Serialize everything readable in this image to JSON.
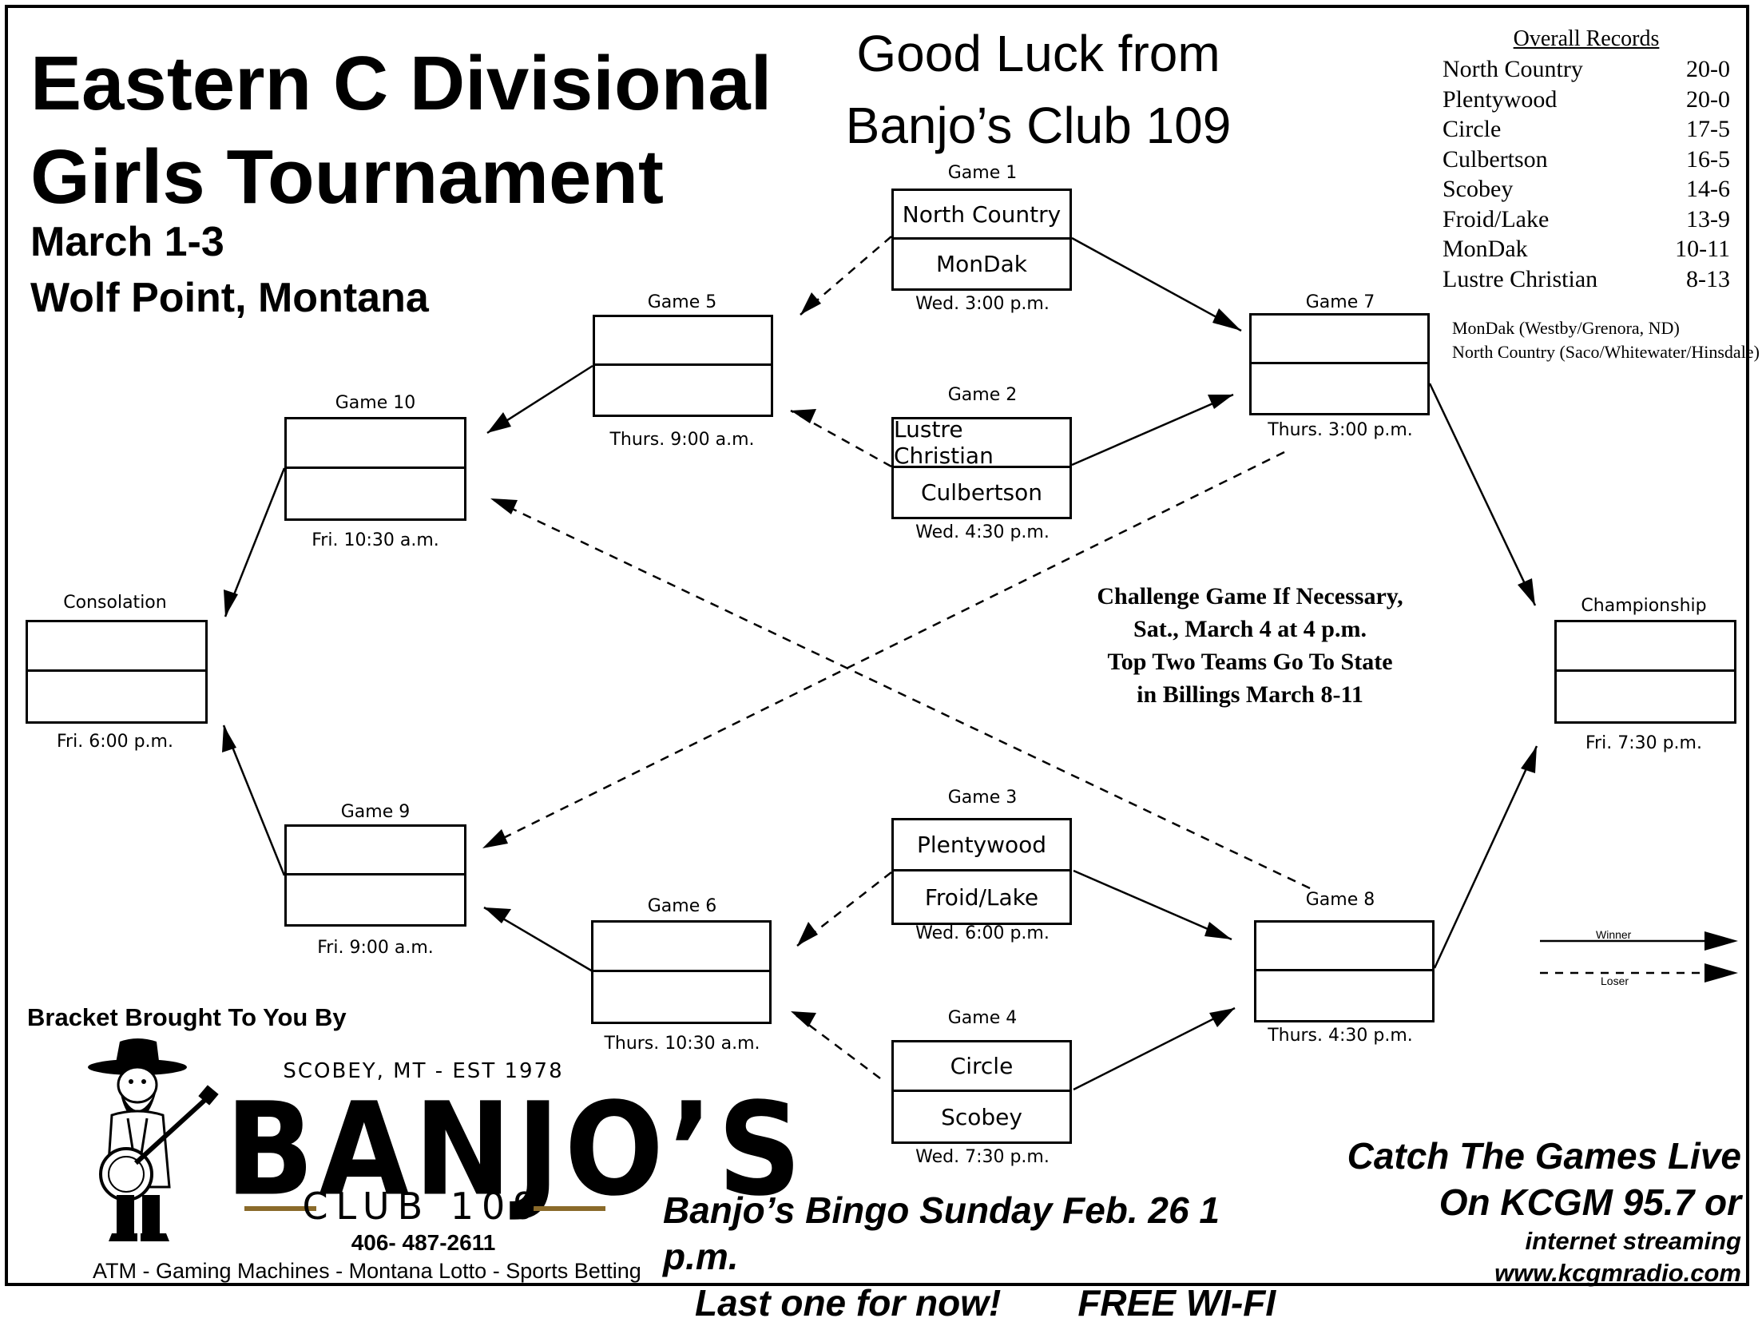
{
  "header": {
    "title_line1": "Eastern C Divisional",
    "title_line2": "Girls Tournament",
    "dates": "March 1-3",
    "location": "Wolf Point, Montana",
    "sponsor_line1": "Good Luck from",
    "sponsor_line2": "Banjo’s Club 109"
  },
  "records": {
    "title": "Overall Records",
    "rows": [
      {
        "team": "North Country",
        "record": "20-0"
      },
      {
        "team": "Plentywood",
        "record": "20-0"
      },
      {
        "team": "Circle",
        "record": "17-5"
      },
      {
        "team": "Culbertson",
        "record": "16-5"
      },
      {
        "team": "Scobey",
        "record": "14-6"
      },
      {
        "team": "Froid/Lake",
        "record": "13-9"
      },
      {
        "team": "MonDak",
        "record": "10-11"
      },
      {
        "team": "Lustre Christian",
        "record": "8-13"
      }
    ],
    "note1": "MonDak (Westby/Grenora, ND)",
    "note2": "North Country (Saco/Whitewater/Hinsdale)"
  },
  "games": {
    "g1": {
      "label": "Game 1",
      "team1": "North Country",
      "team2": "MonDak",
      "time": "Wed. 3:00 p.m."
    },
    "g2": {
      "label": "Game 2",
      "team1": "Lustre Christian",
      "team2": "Culbertson",
      "time": "Wed. 4:30 p.m."
    },
    "g3": {
      "label": "Game 3",
      "team1": "Plentywood",
      "team2": "Froid/Lake",
      "time": "Wed. 6:00 p.m."
    },
    "g4": {
      "label": "Game 4",
      "team1": "Circle",
      "team2": "Scobey",
      "time": "Wed. 7:30 p.m."
    },
    "g5": {
      "label": "Game 5",
      "team1": "",
      "team2": "",
      "time": "Thurs. 9:00 a.m."
    },
    "g6": {
      "label": "Game 6",
      "team1": "",
      "team2": "",
      "time": "Thurs. 10:30 a.m."
    },
    "g7": {
      "label": "Game 7",
      "team1": "",
      "team2": "",
      "time": "Thurs. 3:00 p.m."
    },
    "g8": {
      "label": "Game 8",
      "team1": "",
      "team2": "",
      "time": "Thurs. 4:30 p.m."
    },
    "g9": {
      "label": "Game 9",
      "team1": "",
      "team2": "",
      "time": "Fri. 9:00 a.m."
    },
    "g10": {
      "label": "Game 10",
      "team1": "",
      "team2": "",
      "time": "Fri. 10:30 a.m."
    },
    "cons": {
      "label": "Consolation",
      "team1": "",
      "team2": "",
      "time": "Fri. 6:00 p.m."
    },
    "champ": {
      "label": "Championship",
      "team1": "",
      "team2": "",
      "time": "Fri. 7:30 p.m."
    }
  },
  "challenge": {
    "line1": "Challenge Game If Necessary,",
    "line2": "Sat., March 4  at 4 p.m.",
    "line3": "Top Two Teams Go To State",
    "line4": "in Billings March 8-11"
  },
  "legend": {
    "winner": "Winner",
    "loser": "Loser"
  },
  "ad": {
    "brought": "Bracket Brought To You By",
    "tagline": "SCOBEY, MT - EST 1978",
    "name": "BANJO’S",
    "club": "CLUB 109",
    "phone": "406- 487-2611",
    "services": "ATM - Gaming Machines - Montana Lotto -  Sports Betting",
    "accent_color": "#8a6a2a"
  },
  "bingo": {
    "line1": "Banjo’s Bingo Sunday Feb. 26 1 p.m.",
    "line2a": "Last one for now!",
    "line2b": "FREE WI-FI"
  },
  "radio": {
    "line1": "Catch The Games Live",
    "line2": "On KCGM 95.7 or",
    "line3": "internet streaming",
    "line4": "www.kcgmradio.com"
  }
}
